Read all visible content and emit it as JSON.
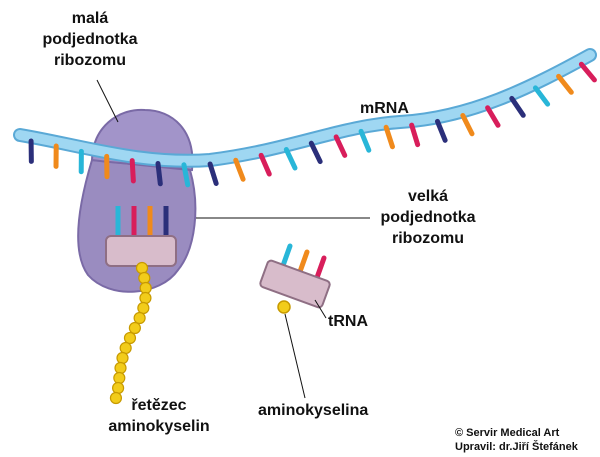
{
  "labels": {
    "small_subunit": [
      "malá",
      "podjednotka",
      "ribozomu"
    ],
    "mrna": "mRNA",
    "large_subunit": [
      "velká",
      "podjednotka",
      "ribozomu"
    ],
    "trna": "tRNA",
    "amino_acid": "aminokyselina",
    "chain": [
      "řetězec",
      "aminokyselin"
    ]
  },
  "credit": [
    "© Servir Medical Art",
    "Upravil: dr.Jiří Štefánek"
  ],
  "colors": {
    "mrna_strand": "#8ecfef",
    "ribosome": "#9a8cc0",
    "ribosome_dark": "#7a6aa6",
    "trna_body": "#d8bccb",
    "amino_acid": "#f2cc1a",
    "base_navy": "#2b2f7a",
    "base_orange": "#f08a1c",
    "base_red": "#d81e5b",
    "base_cyan": "#28b6d8"
  },
  "bases": [
    "navy",
    "orange",
    "cyan",
    "orange",
    "red",
    "navy",
    "cyan",
    "navy",
    "orange",
    "red",
    "cyan",
    "navy",
    "red",
    "cyan",
    "orange",
    "red",
    "navy",
    "orange",
    "red",
    "navy",
    "cyan",
    "orange",
    "red"
  ],
  "trna_bases": [
    "cyan",
    "orange",
    "red"
  ],
  "ribosome_trna_bases": [
    "cyan",
    "red",
    "orange",
    "navy"
  ],
  "chain_beads": 14
}
